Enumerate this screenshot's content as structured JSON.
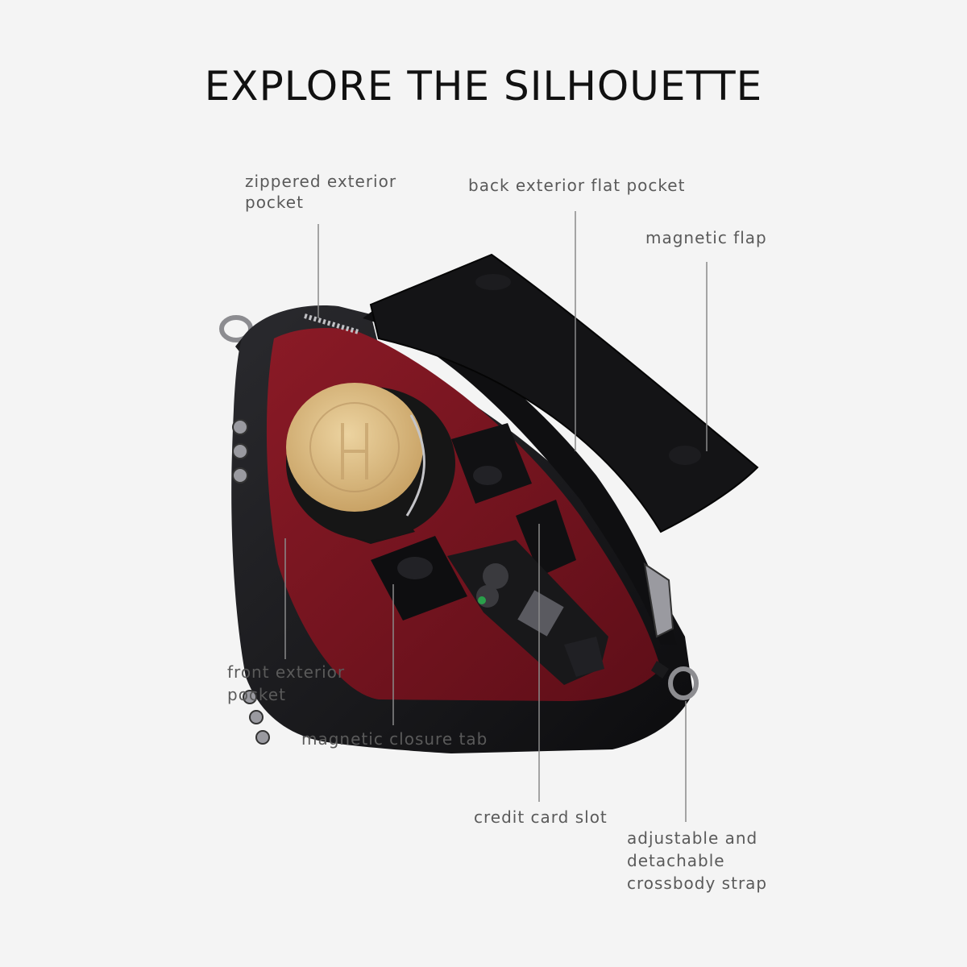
{
  "title": "EXPLORE THE SILHOUETTE",
  "callouts": {
    "zippered_exterior_pocket": [
      "zippered exterior",
      "pocket"
    ],
    "back_exterior_flat_pocket": [
      "back exterior flat pocket"
    ],
    "magnetic_flap": [
      "magnetic flap"
    ],
    "front_exterior_pocket": [
      "front exterior",
      "pocket"
    ],
    "magnetic_closure_tab": [
      "magnetic closure tab"
    ],
    "credit_card_slot": [
      "credit card slot"
    ],
    "crossbody_strap": [
      "adjustable and",
      "detachable",
      "crossbody strap"
    ]
  },
  "colors": {
    "background": "#f4f4f4",
    "leather": "#121214",
    "lining": "#7a1420",
    "wood_lid": "#d9b880",
    "leader_line": "#8a8a8a"
  }
}
